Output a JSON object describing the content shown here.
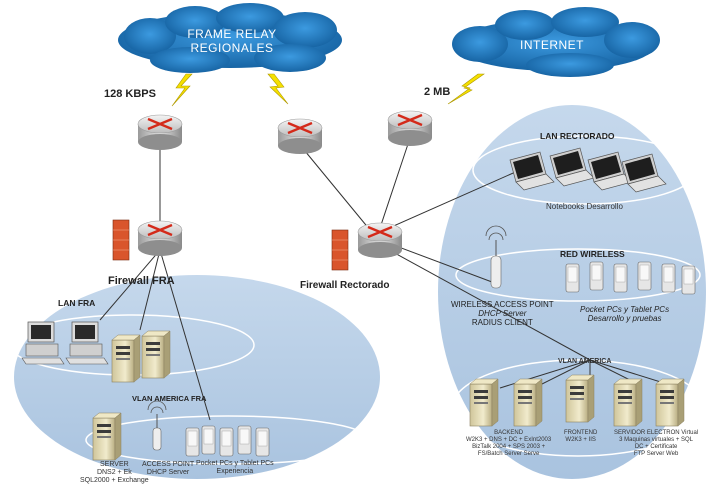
{
  "colors": {
    "cloud": "#1f7fc8",
    "zone": "#b9cfe6",
    "router": "#d8d8d8",
    "router_arrow": "#d42a1a",
    "firewall": "#d9552c",
    "lightning": "#f5e000",
    "server": "#e8dfb4",
    "line": "#333333"
  },
  "clouds": {
    "frame_relay": {
      "line1": "FRAME RELAY",
      "line2": "REGIONALES"
    },
    "internet": {
      "label": "INTERNET"
    }
  },
  "links": {
    "fra_speed": "128 KBPS",
    "internet_speed": "2 MB"
  },
  "firewalls": {
    "fra": "Firewall FRA",
    "rectorado": "Firewall Rectorado"
  },
  "left_zone": {
    "lan_label": "LAN FRA",
    "vlan_label": "VLAN AMERICA FRA",
    "server_lines": [
      "SERVER",
      "DNS2 + Ek",
      "SQL2000 + Exchange"
    ],
    "ap_lines": [
      "ACCESS POINT",
      "DHCP Server"
    ],
    "pocket_lines": [
      "Pocket PCs y Tablet PCs",
      "Experiencia"
    ]
  },
  "right_zone": {
    "lan_label": "LAN RECTORADO",
    "notebooks_caption": "Notebooks Desarrollo",
    "wireless_label": "RED WIRELESS",
    "ap_lines": [
      "WIRELESS ACCESS POINT",
      "DHCP Server",
      "RADIUS CLIENT"
    ],
    "pocket_lines": [
      "Pocket PCs y Tablet PCs",
      "Desarrollo y pruebas"
    ],
    "vlan_label": "VLAN AMERICA",
    "backend_lines": [
      "BACKEND",
      "W2K3 + DNS + DC + ExInt2003",
      "BizTalk 2004 + SPS 2003 +",
      "FS/Batch Server Serve"
    ],
    "frontend_lines": [
      "FRONTEND",
      "W2K3 + IIS"
    ],
    "virtual_lines": [
      "SERVIDOR ELECTRON Virtual",
      "3 Maquinas virtuales + SQL",
      "DC + Certificate",
      "FTP Server Web"
    ]
  }
}
